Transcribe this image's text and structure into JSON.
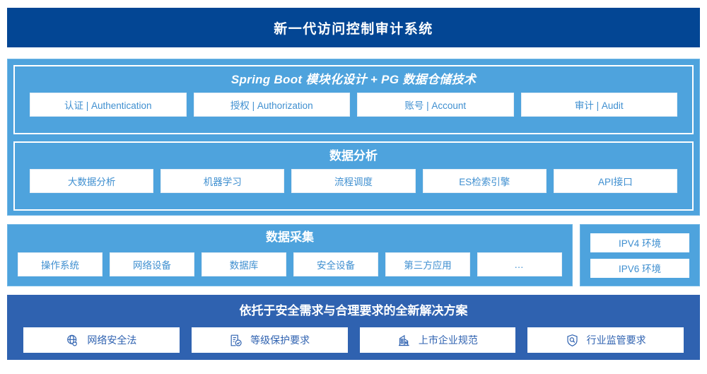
{
  "header": {
    "title": "新一代访问控制审计系统"
  },
  "platform_panel": {
    "spring_group": {
      "title": "Spring Boot 模块化设计 + PG 数据仓储技术",
      "items": [
        {
          "label": "认证 | Authentication"
        },
        {
          "label": "授权 | Authorization"
        },
        {
          "label": "账号 | Account"
        },
        {
          "label": "审计 | Audit"
        }
      ]
    },
    "analysis_group": {
      "title": "数据分析",
      "items": [
        {
          "label": "大数据分析"
        },
        {
          "label": "机器学习"
        },
        {
          "label": "流程调度"
        },
        {
          "label": "ES检索引擎"
        },
        {
          "label": "API接口"
        }
      ]
    }
  },
  "collection_panel": {
    "title": "数据采集",
    "items": [
      {
        "label": "操作系统"
      },
      {
        "label": "网络设备"
      },
      {
        "label": "数据库"
      },
      {
        "label": "安全设备"
      },
      {
        "label": "第三方应用"
      },
      {
        "label": "…"
      }
    ]
  },
  "environment_panel": {
    "items": [
      {
        "label": "IPV4 环境"
      },
      {
        "label": "IPV6 环境"
      }
    ]
  },
  "solution_panel": {
    "title": "依托于安全需求与合理要求的全新解决方案",
    "items": [
      {
        "label": "网络安全法",
        "icon": "globe-shield-icon"
      },
      {
        "label": "等级保护要求",
        "icon": "document-check-icon"
      },
      {
        "label": "上市企业规范",
        "icon": "bank-building-icon"
      },
      {
        "label": "行业监管要求",
        "icon": "shield-search-icon"
      }
    ]
  },
  "colors": {
    "header_blue": "#034694",
    "panel_blue": "#4ea3dd",
    "solution_blue": "#2f62b0",
    "chip_text_blue": "#3f8fd0",
    "white": "#ffffff"
  }
}
